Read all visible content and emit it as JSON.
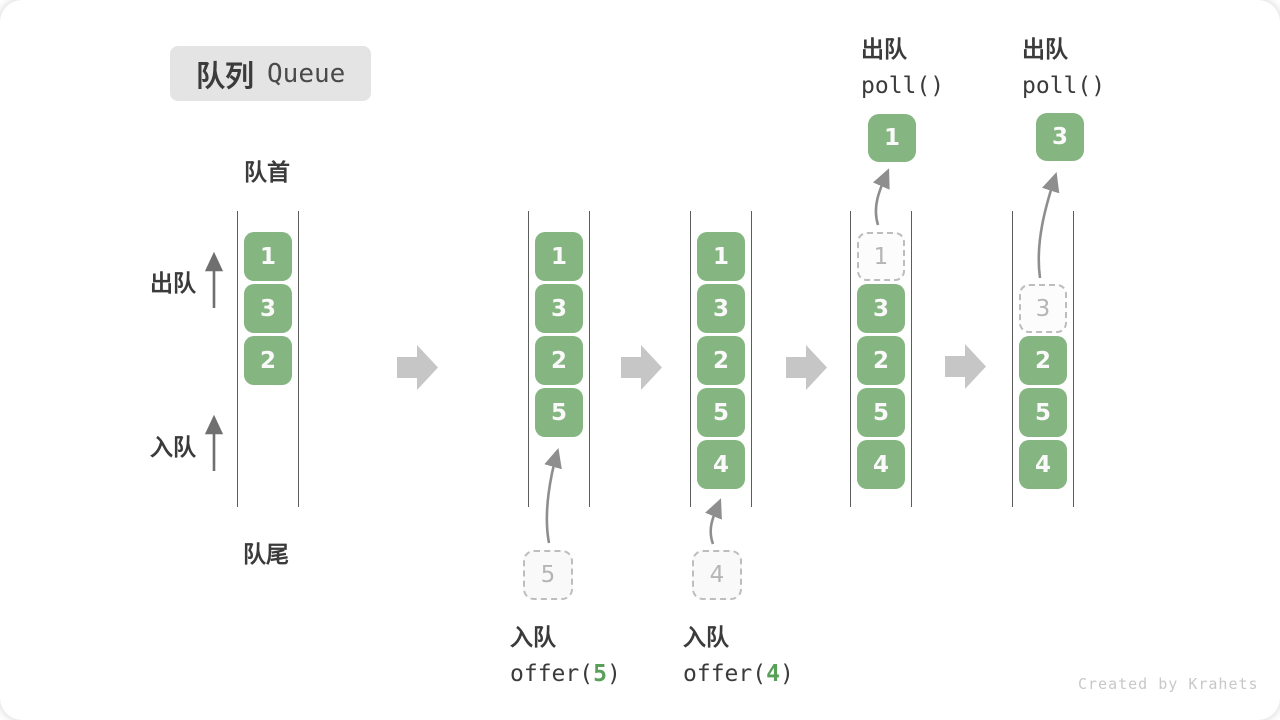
{
  "title": {
    "zh": "队列",
    "en": "Queue"
  },
  "side_labels": {
    "front": "队首",
    "rear": "队尾",
    "dequeue": "出队",
    "enqueue": "入队"
  },
  "queues": [
    {
      "cells": [
        {
          "value": "1",
          "slot": 0,
          "style": "solid"
        },
        {
          "value": "3",
          "slot": 1,
          "style": "solid"
        },
        {
          "value": "2",
          "slot": 2,
          "style": "solid"
        }
      ]
    },
    {
      "cells": [
        {
          "value": "1",
          "slot": 0,
          "style": "solid"
        },
        {
          "value": "3",
          "slot": 1,
          "style": "solid"
        },
        {
          "value": "2",
          "slot": 2,
          "style": "solid"
        },
        {
          "value": "5",
          "slot": 3,
          "style": "solid"
        }
      ],
      "pending": {
        "value": "5"
      },
      "op": {
        "zh": "入队",
        "code_before": "offer(",
        "arg": "5",
        "code_after": ")"
      }
    },
    {
      "cells": [
        {
          "value": "1",
          "slot": 0,
          "style": "solid"
        },
        {
          "value": "3",
          "slot": 1,
          "style": "solid"
        },
        {
          "value": "2",
          "slot": 2,
          "style": "solid"
        },
        {
          "value": "5",
          "slot": 3,
          "style": "solid"
        },
        {
          "value": "4",
          "slot": 4,
          "style": "solid"
        }
      ],
      "pending": {
        "value": "4"
      },
      "op": {
        "zh": "入队",
        "code_before": "offer(",
        "arg": "4",
        "code_after": ")"
      }
    },
    {
      "cells": [
        {
          "value": "1",
          "slot": 0,
          "style": "dashed"
        },
        {
          "value": "3",
          "slot": 1,
          "style": "solid"
        },
        {
          "value": "2",
          "slot": 2,
          "style": "solid"
        },
        {
          "value": "5",
          "slot": 3,
          "style": "solid"
        },
        {
          "value": "4",
          "slot": 4,
          "style": "solid"
        }
      ],
      "polled": {
        "value": "1"
      },
      "op": {
        "zh": "出队",
        "code": "poll()"
      }
    },
    {
      "cells": [
        {
          "value": "3",
          "slot": 1,
          "style": "dashed"
        },
        {
          "value": "2",
          "slot": 2,
          "style": "solid"
        },
        {
          "value": "5",
          "slot": 3,
          "style": "solid"
        },
        {
          "value": "4",
          "slot": 4,
          "style": "solid"
        }
      ],
      "polled": {
        "value": "3"
      },
      "op": {
        "zh": "出队",
        "code": "poll()"
      }
    }
  ],
  "icons": {
    "right_block_arrow": "state-transition arrow (solid right-pointing block)",
    "up_arrow": "direction arrow (thin vertical, head up)",
    "curved_arrow": "element move arrow (curved, head at destination)"
  },
  "colors": {
    "box_green": "#85b580",
    "box_text": "#fafafa",
    "dashed_border": "#bdbdbd",
    "dashed_text": "#b5b5b5",
    "wall": "#5c5c5c",
    "block_arrow": "#c6c6c6",
    "curve_arrow": "#8e8e8e",
    "label_dark": "#3b3b3b",
    "code_green": "#58a058",
    "title_bg": "#e4e4e4",
    "watermark": "#c8c8c8"
  },
  "watermark": "Created by Krahets"
}
